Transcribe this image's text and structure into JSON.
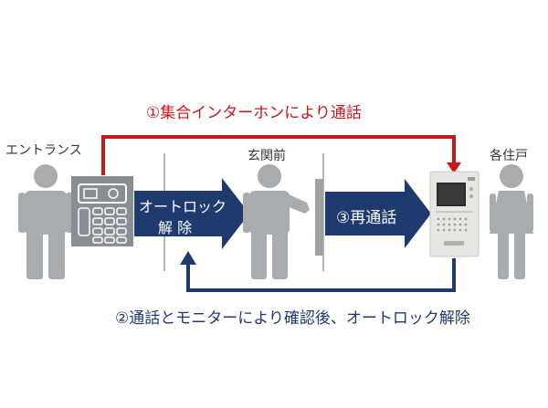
{
  "labels": {
    "entrance": "エントランス",
    "vestibule": "玄関前",
    "unit": "各住戸",
    "step1": "①集合インターホンにより通話",
    "step2": "②通話とモニターにより確認後、オートロック解除",
    "step3": "③再通話",
    "autolock_line1": "オートロック",
    "autolock_line2": "解 除"
  },
  "colors": {
    "red_line": "#c8171e",
    "blue": "#1f3a6e",
    "person": "#a9abaf",
    "panel": "#8a8d91",
    "door": "#b5b7ba",
    "monitor_body": "#e6e6e4"
  }
}
